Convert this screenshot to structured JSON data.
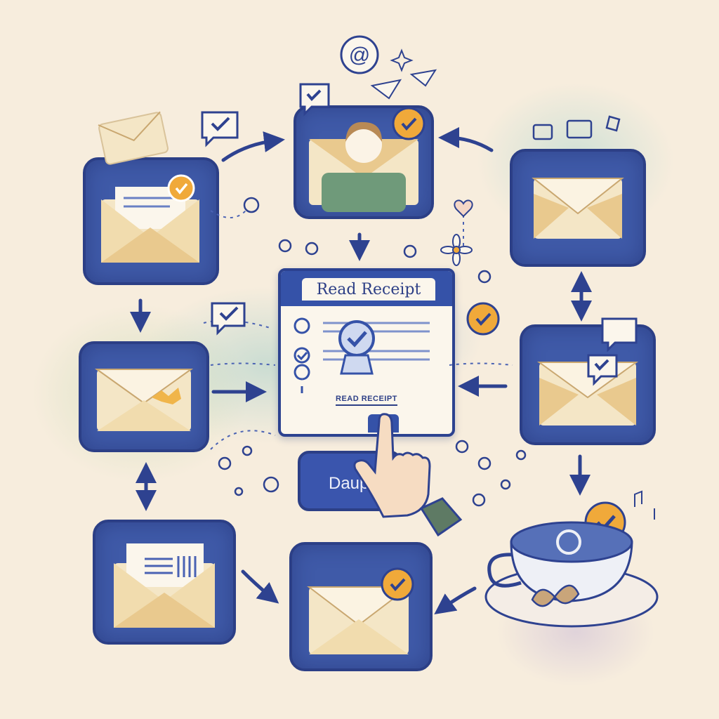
{
  "dialog": {
    "title": "Read Receipt",
    "caption": "READ RECEIPT",
    "button_label": "Daupn"
  },
  "icons": {
    "email_symbol": "@"
  },
  "colors": {
    "tile_blue": "#3f5aa8",
    "tile_border": "#2c3f86",
    "envelope": "#f4e6c6",
    "envelope_flap": "#e9c98e",
    "badge_orange": "#f0a93a",
    "check_blue": "#3552a8"
  }
}
